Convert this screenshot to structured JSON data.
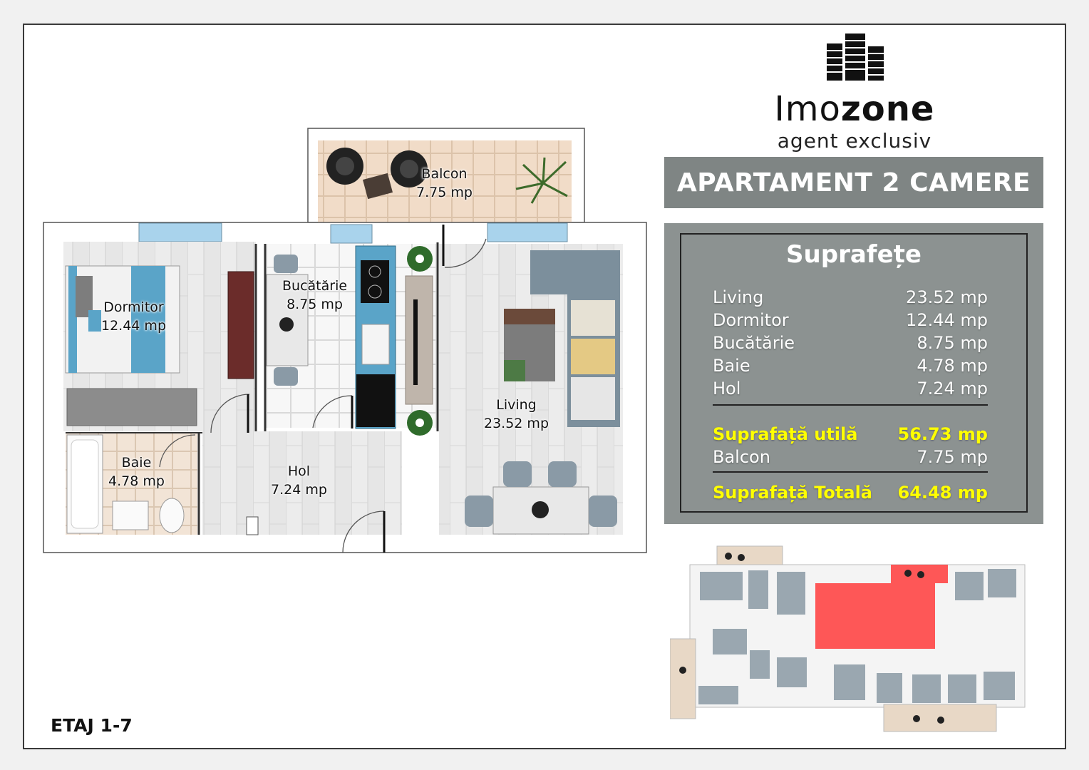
{
  "brand": {
    "name_part1": "Imo",
    "name_part2": "zone",
    "tagline": "agent exclusiv",
    "logo_icon": "buildings-icon"
  },
  "title": "APARTAMENT 2 CAMERE",
  "areas": {
    "heading": "Suprafețe",
    "rooms": [
      {
        "name": "Living",
        "value": "23.52 mp"
      },
      {
        "name": "Dormitor",
        "value": "12.44 mp"
      },
      {
        "name": "Bucătărie",
        "value": "8.75 mp"
      },
      {
        "name": "Baie",
        "value": "4.78 mp"
      },
      {
        "name": "Hol",
        "value": "7.24 mp"
      }
    ],
    "usable": {
      "name": "Suprafață utilă",
      "value": "56.73 mp"
    },
    "balcony": {
      "name": "Balcon",
      "value": "7.75 mp"
    },
    "total": {
      "name": "Suprafață Totală",
      "value": "64.48 mp"
    }
  },
  "plan": {
    "balcon": {
      "name": "Balcon",
      "area": "7.75 mp"
    },
    "dormitor": {
      "name": "Dormitor",
      "area": "12.44 mp"
    },
    "bucatarie": {
      "name": "Bucătărie",
      "area": "8.75 mp"
    },
    "living": {
      "name": "Living",
      "area": "23.52 mp"
    },
    "baie": {
      "name": "Baie",
      "area": "4.78 mp"
    },
    "hol": {
      "name": "Hol",
      "area": "7.24 mp"
    }
  },
  "floor": "ETAJ 1-7",
  "colors": {
    "panel_dark": "#7f8584",
    "panel": "#8c9291",
    "highlight": "#ffff00",
    "key_highlight": "#ff3b3b",
    "floor_tile": "#e9e9e9",
    "balcony_tile": "#f1dcc8",
    "window": "#a9d3ec",
    "accent_blue": "#5aa4c8"
  }
}
